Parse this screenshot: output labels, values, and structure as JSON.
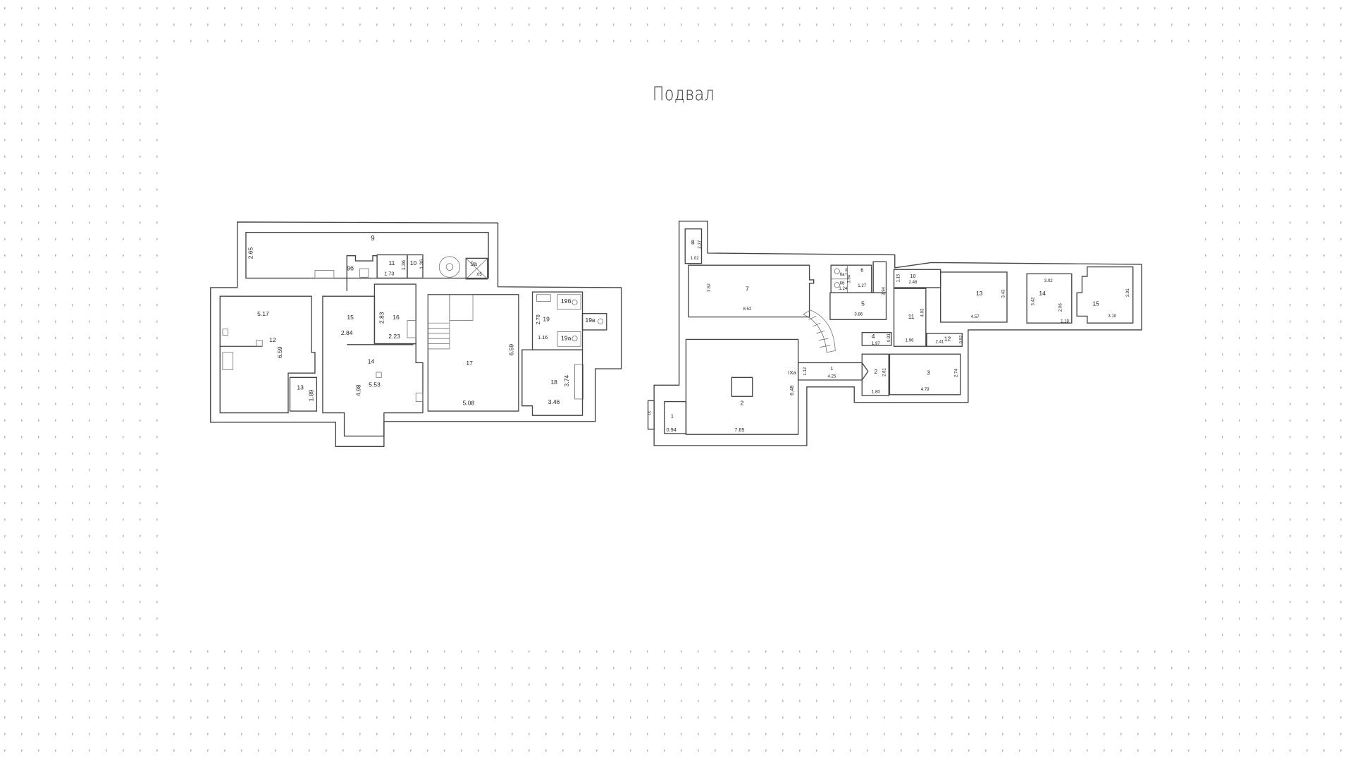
{
  "title": "Подвал",
  "colors": {
    "background": "#ffffff",
    "dots": "#b8b8b8",
    "walls": "#444444"
  },
  "plan_left": {
    "labels": [
      "9",
      "2.65",
      "11",
      "1.36",
      "10",
      "1.36",
      "9а",
      ".05",
      "9б",
      "1.73",
      "15",
      "16",
      "2.83",
      "2.84",
      "2.23",
      "5.17",
      "12",
      "6.59",
      "14",
      "5.53",
      "4.98",
      "13",
      "1.89",
      "17",
      "6.59",
      "5.08",
      "19б",
      "19",
      "2.78",
      "19в",
      "19а",
      "1.16",
      "18",
      "3.74",
      "3.46"
    ]
  },
  "plan_right": {
    "labels": [
      "8",
      "2.37",
      "1.02",
      "7",
      "3.52",
      "8.52",
      "6а",
      "0.86",
      "6",
      "6б",
      "1.24",
      "3.94",
      "1.27",
      "3.94",
      "5",
      "3.86",
      "4",
      "0.91",
      "1.97",
      "10",
      "1.15",
      "2.48",
      "11",
      "4.03",
      "1.96",
      "12",
      "2.41",
      "0.92",
      "13",
      "3.43",
      "4.57",
      "14",
      "3.02",
      "3.42",
      "2.06",
      "1.18",
      "15",
      "3.91",
      "3.10",
      "IXa",
      "1.12",
      "1",
      "4.25",
      "2",
      "2.81",
      "1.80",
      "3",
      "2.74",
      "4.79",
      "2",
      "6.48",
      "7.65",
      "1",
      "0.94",
      "IX"
    ]
  }
}
